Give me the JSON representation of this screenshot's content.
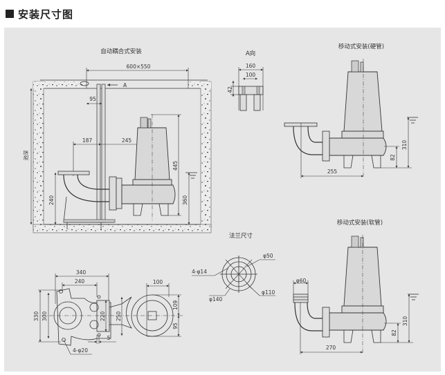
{
  "header": {
    "title": "安装尺寸图"
  },
  "views": {
    "auto_coupling": {
      "title": "自动耦合式安装",
      "pit_depth_label": "池深",
      "direction_label": "A",
      "dims": {
        "opening": "600×550",
        "d95": "95",
        "d187": "187",
        "d245": "245",
        "d445": "445",
        "d240": "240",
        "d360": "360"
      }
    },
    "a_view": {
      "title": "A向",
      "dims": {
        "d160": "160",
        "d100": "100",
        "d42": "42"
      }
    },
    "mobile_hard": {
      "title": "移动式安装(硬管)",
      "dims": {
        "d255": "255",
        "d82": "82",
        "d310": "310"
      }
    },
    "mobile_soft": {
      "title": "移动式安装(软管)",
      "dims": {
        "phi60": "φ60",
        "d270": "270",
        "d82": "82",
        "d310": "310"
      }
    },
    "flange": {
      "title": "法兰尺寸",
      "dims": {
        "holes": "4-φ14",
        "phi50": "φ50",
        "phi140": "φ140",
        "phi110": "φ110"
      }
    },
    "plan": {
      "dims": {
        "d340": "340",
        "d240": "240",
        "d330": "330",
        "d300": "300",
        "d220": "220",
        "d250": "250",
        "d5": "5",
        "holes": "4-φ20",
        "d100": "100",
        "d109": "109",
        "d95": "95"
      }
    }
  }
}
